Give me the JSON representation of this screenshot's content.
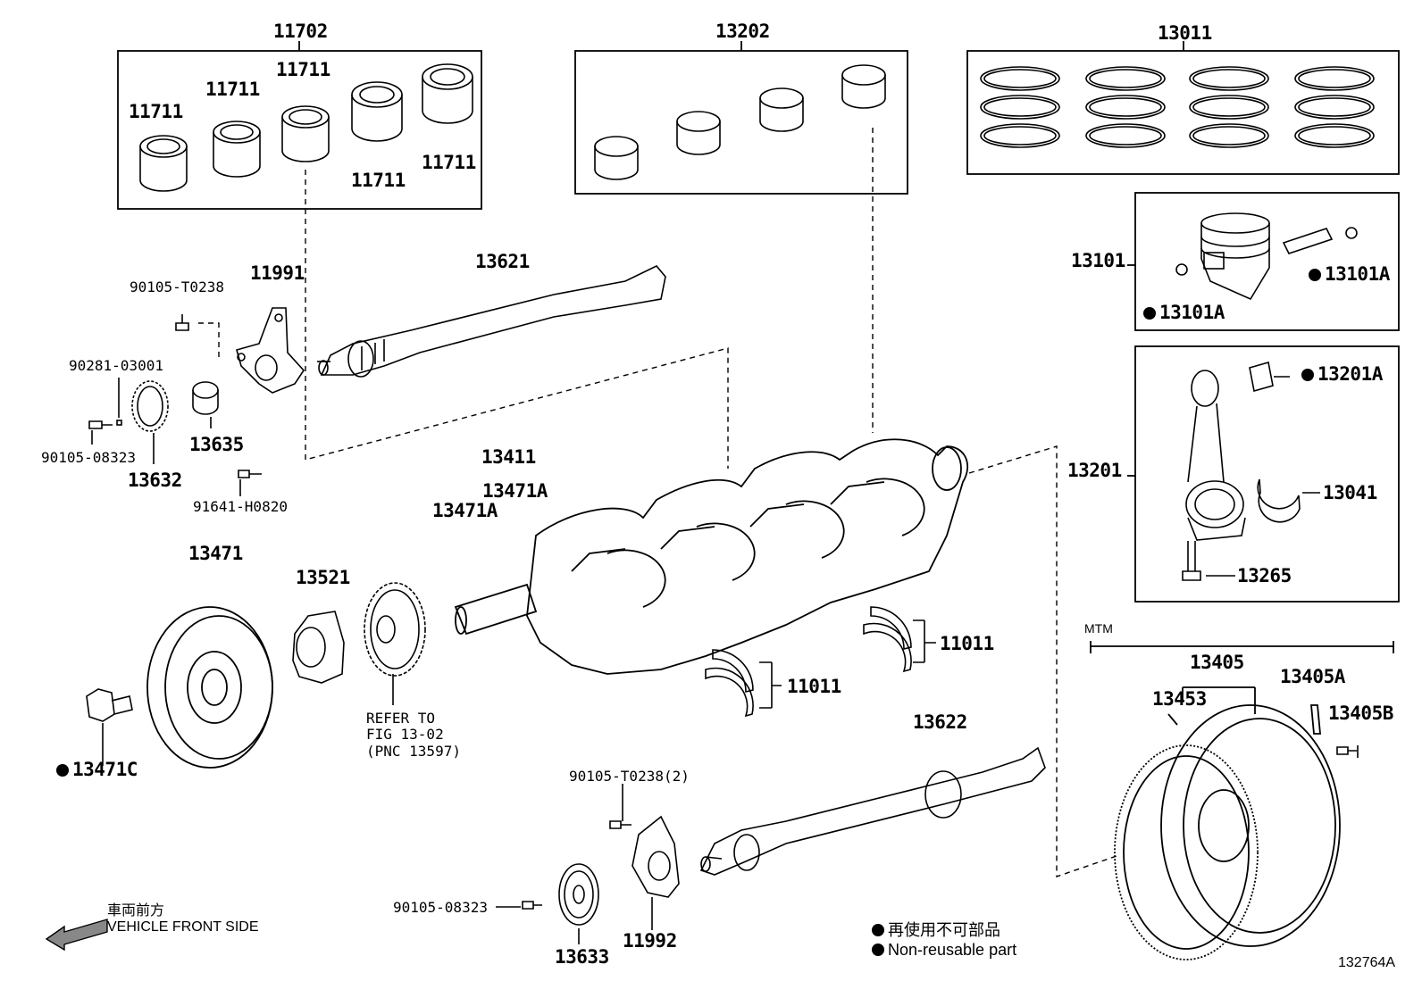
{
  "labels": {
    "l11702": "11702",
    "l11711a": "11711",
    "l11711b": "11711",
    "l11711c": "11711",
    "l11711d": "11711",
    "l11711e": "11711",
    "l13202": "13202",
    "l13011": "13011",
    "l13101": "13101",
    "l13101a1": "13101A",
    "l13101a2": "13101A",
    "l13201": "13201",
    "l13201a": "13201A",
    "l13041": "13041",
    "l13265": "13265",
    "l13621": "13621",
    "l11991": "11991",
    "l90105t0238": "90105-T0238",
    "l90281": "90281-03001",
    "l90105_08323": "90105-08323",
    "l13635": "13635",
    "l13632": "13632",
    "l91641": "91641-H0820",
    "l13411": "13411",
    "l13471a1": "13471A",
    "l13471a2": "13471A",
    "l13471": "13471",
    "l13521": "13521",
    "l13471c": "13471C",
    "lrefer1": "REFER TO",
    "lrefer2": "FIG 13-02",
    "lrefer3": "(PNC 13597)",
    "l11011a": "11011",
    "l11011b": "11011",
    "l13622": "13622",
    "l90105t0238_2": "90105-T0238(2)",
    "l90105_08323b": "90105-08323",
    "l13633": "13633",
    "l11992": "11992",
    "lmtm": "MTM",
    "l13405": "13405",
    "l13405a": "13405A",
    "l13405b": "13405B",
    "l13453": "13453",
    "front_jp": "車両前方",
    "front_en": "VEHICLE FRONT SIDE",
    "legend_jp": "再使用不可部品",
    "legend_en": "Non-reusable part",
    "fig_id": "132764A"
  }
}
